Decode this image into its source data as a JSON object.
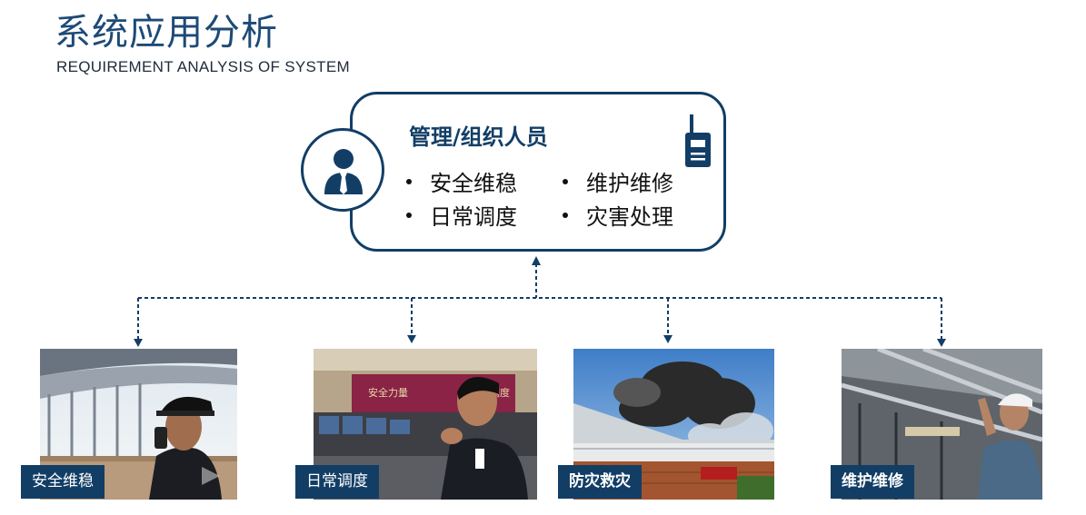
{
  "header": {
    "title": "系统应用分析",
    "subtitle": "REQUIREMENT ANALYSIS OF SYSTEM"
  },
  "center_card": {
    "title": "管理/组织人员",
    "duties": [
      "安全维稳",
      "维护维修",
      "日常调度",
      "灾害处理"
    ]
  },
  "scenes": [
    {
      "label": "安全维稳",
      "image": "security-guard-photo"
    },
    {
      "label": "日常调度",
      "image": "control-room-photo"
    },
    {
      "label": "防灾救灾",
      "image": "fire-smoke-photo"
    },
    {
      "label": "维护维修",
      "image": "maintenance-worker-photo"
    }
  ],
  "photo_text": {
    "banner_line1": "安全力量",
    "banner_line2": "调度"
  },
  "colors": {
    "primary": "#123e66",
    "accent_title": "#1d4a77"
  },
  "icons": [
    "user-icon",
    "walkie-talkie-icon",
    "arrow-up-icon",
    "arrow-down-icon"
  ]
}
